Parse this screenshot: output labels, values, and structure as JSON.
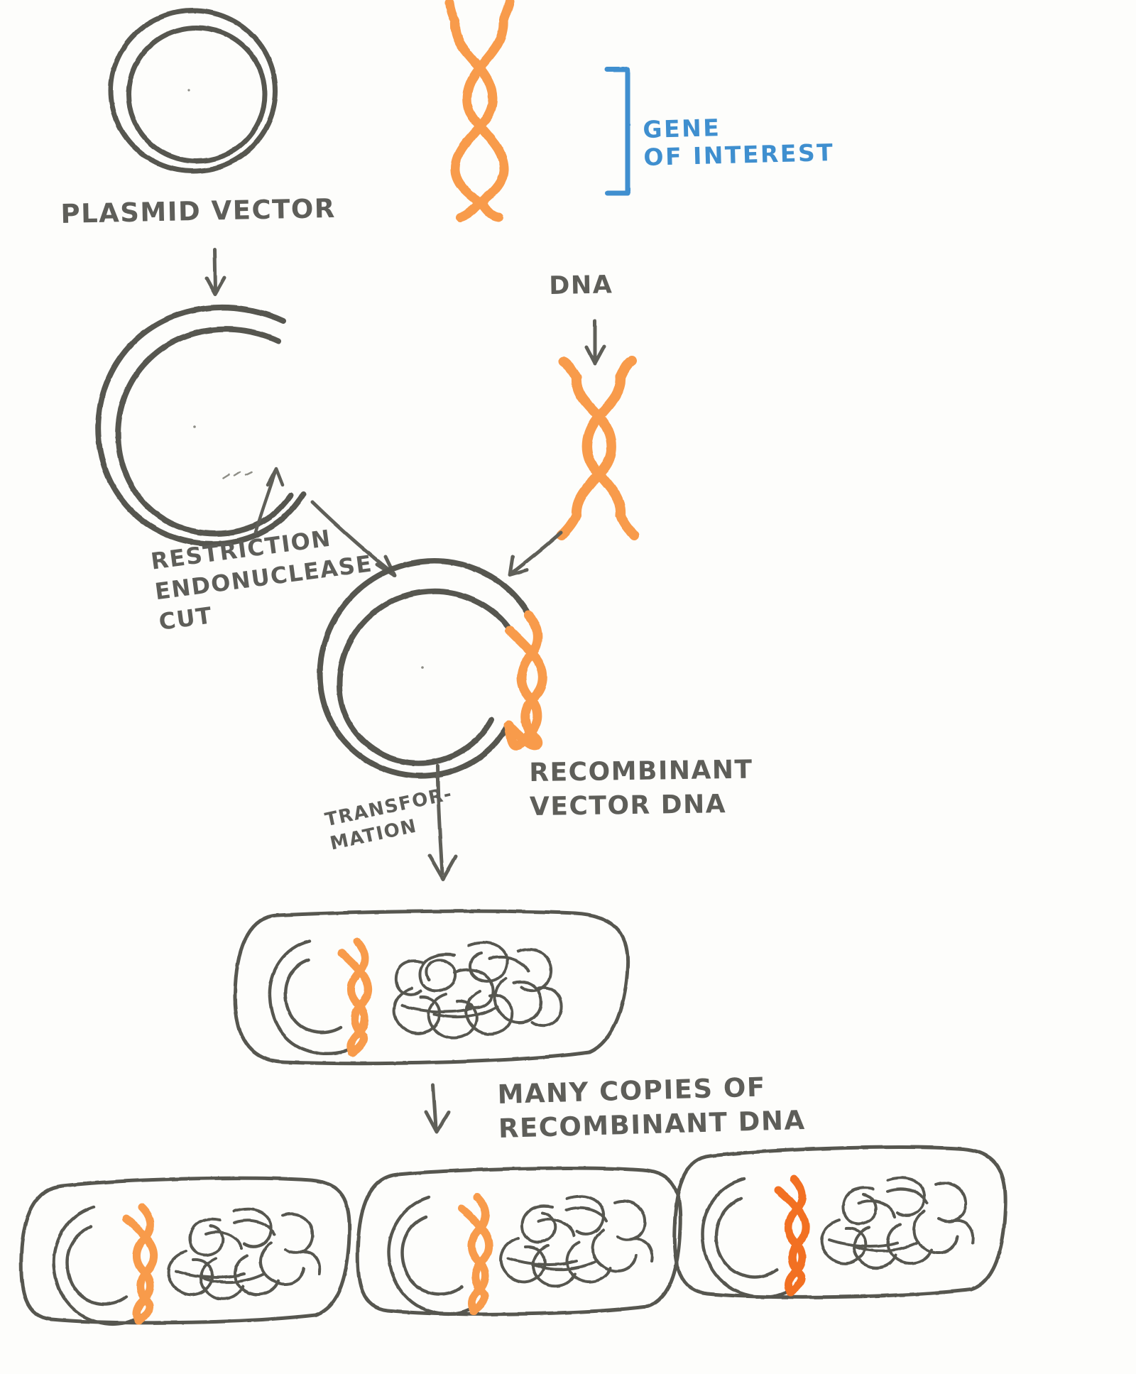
{
  "diagram": {
    "title": "Molecular cloning / recombinant DNA workflow (hand-drawn)",
    "medium": "hand-drawn ink sketch on white paper",
    "colors": {
      "paper": "#fdfdfb",
      "ink_gray": "#5e5e59",
      "dna_orange": "#f89b4c",
      "accent_blue": "#3f8fcf"
    }
  },
  "labels": {
    "plasmid_vector": "PLASMID VECTOR",
    "gene_of_interest_line1": "GENE",
    "gene_of_interest_line2": "OF INTEREST",
    "dna": "DNA",
    "restriction_line1": "RESTRICTION",
    "restriction_line2": "ENDONUCLEASE",
    "restriction_line3": "CUT",
    "recombinant_line1": "RECOMBINANT",
    "recombinant_line2": "VECTOR DNA",
    "transformation_line1": "TRANSFOR-",
    "transformation_line2": "MATION",
    "many_copies_line1": "MANY COPIES OF",
    "many_copies_line2": "RECOMBINANT DNA"
  },
  "steps": [
    {
      "id": "plasmid-vector",
      "label": "PLASMID VECTOR",
      "icon": "closed-circular-plasmid"
    },
    {
      "id": "gene-of-interest",
      "label": "GENE OF INTEREST",
      "icon": "orange-dna-double-helix"
    },
    {
      "id": "cut-plasmid",
      "label": "RESTRICTION ENDONUCLEASE CUT",
      "icon": "open-circular-plasmid"
    },
    {
      "id": "cut-dna-fragment",
      "label": "DNA",
      "icon": "orange-dna-fragment"
    },
    {
      "id": "recombinant-vector",
      "label": "RECOMBINANT VECTOR DNA",
      "icon": "plasmid-with-insert"
    },
    {
      "id": "transformation",
      "label": "TRANSFORMATION",
      "icon": "down-arrow"
    },
    {
      "id": "transformed-cell",
      "label": "",
      "icon": "bacterial-cell"
    },
    {
      "id": "many-copies",
      "label": "MANY COPIES OF RECOMBINANT DNA",
      "icon": "three-bacterial-cells"
    }
  ],
  "elements": {
    "plasmid_count": 1,
    "cell_count_bottom_row": 3,
    "transformed_cell_count": 1,
    "helix_crossings_full_dna": 4,
    "helix_crossings_fragment": 3
  }
}
